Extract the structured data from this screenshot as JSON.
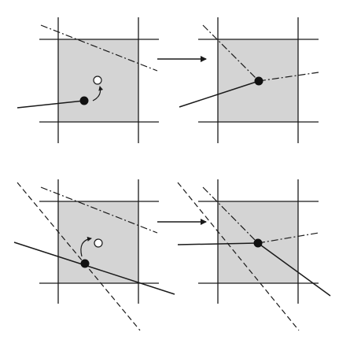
{
  "colors": {
    "background": "#ffffff",
    "cell_fill": "#d4d4d4",
    "stroke": "#1a1a1a",
    "vertex_filled": "#111111",
    "vertex_hollow_fill": "#ffffff"
  },
  "diagram": {
    "description_type": "vertex-relocation schematic",
    "panels": [
      {
        "id": "top-left",
        "role": "before",
        "vertices": [
          "filled",
          "hollow"
        ],
        "lines": [
          "solid",
          "dash-dot"
        ],
        "motion_arrow": true
      },
      {
        "id": "top-right",
        "role": "after",
        "vertices": [
          "filled"
        ],
        "lines": [
          "solid",
          "dash-dot"
        ],
        "motion_arrow": false
      },
      {
        "id": "bottom-left",
        "role": "before",
        "vertices": [
          "filled",
          "hollow"
        ],
        "lines": [
          "solid",
          "dashed",
          "dash-dot"
        ],
        "motion_arrow": true
      },
      {
        "id": "bottom-right",
        "role": "after",
        "vertices": [
          "filled"
        ],
        "lines": [
          "solid",
          "dashed",
          "dash-dot"
        ],
        "motion_arrow": false
      }
    ],
    "transition_arrows": 2,
    "line_styles": [
      "solid",
      "dashed",
      "dash-dot"
    ],
    "marker_icons": [
      "filled-vertex-icon",
      "hollow-vertex-icon",
      "curved-arrow-icon",
      "right-arrow-icon"
    ]
  }
}
